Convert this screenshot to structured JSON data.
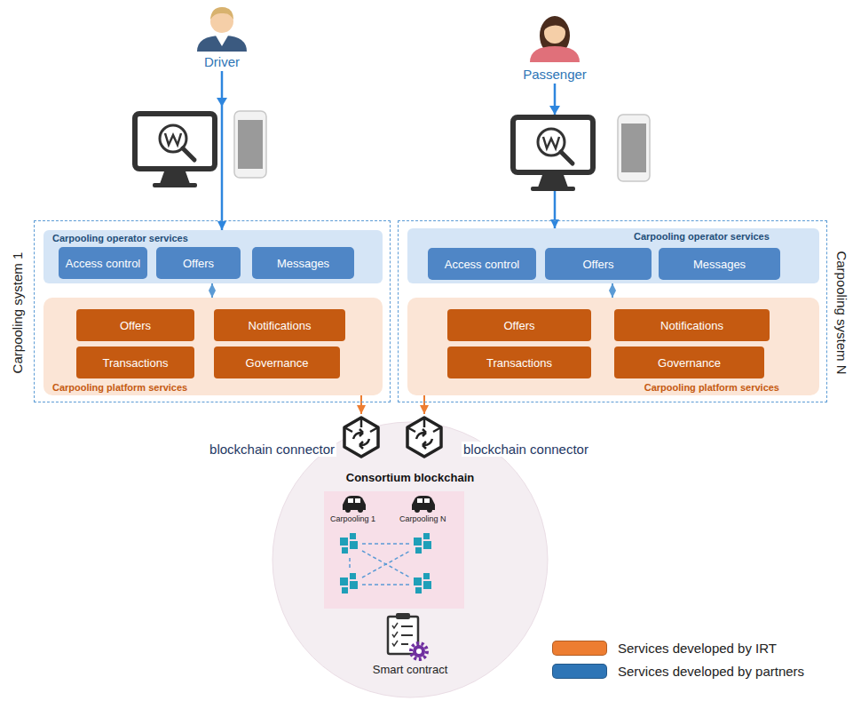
{
  "diagram": {
    "nodes": [
      {
        "text": [
          "Driver"
        ]
      },
      {
        "text": [
          "Passenger"
        ]
      },
      {
        "text": [
          "Carpooling system 1"
        ]
      },
      {
        "text": [
          "Carpooling operator services"
        ],
        "in": 2
      },
      {
        "text": [
          "Access control"
        ],
        "in": 3
      },
      {
        "text": [
          "Offers"
        ],
        "in": 3
      },
      {
        "text": [
          "Messages"
        ],
        "in": 3
      },
      {
        "text": [
          "Carpooling platform services"
        ],
        "in": 2
      },
      {
        "text": [
          "Offers"
        ],
        "in": 7
      },
      {
        "text": [
          "Notifications"
        ],
        "in": 7
      },
      {
        "text": [
          "Transactions"
        ],
        "in": 7
      },
      {
        "text": [
          "Governance"
        ],
        "in": 7
      },
      {
        "text": [
          "Carpooling system N"
        ]
      },
      {
        "text": [
          "Carpooling operator services"
        ],
        "in": 12
      },
      {
        "text": [
          "Access control"
        ],
        "in": 13
      },
      {
        "text": [
          "Offers"
        ],
        "in": 13
      },
      {
        "text": [
          "Messages"
        ],
        "in": 13
      },
      {
        "text": [
          "Carpooling platform services"
        ],
        "in": 12
      },
      {
        "text": [
          "Offers"
        ],
        "in": 17
      },
      {
        "text": [
          "Notifications"
        ],
        "in": 17
      },
      {
        "text": [
          "Transactions"
        ],
        "in": 17
      },
      {
        "text": [
          "Governance"
        ],
        "in": 17
      },
      {
        "text": [
          "blockchain connector"
        ]
      },
      {
        "text": [
          "blockchain connector"
        ]
      },
      {
        "text": [
          "Consortium blockchain"
        ]
      }
    ],
    "edges": [
      {
        "from": 0,
        "to": 3,
        "arrow": "to"
      },
      {
        "from": 1,
        "to": 13,
        "arrow": "to"
      },
      {
        "from": 3,
        "to": 7,
        "arrow": "both"
      },
      {
        "from": 13,
        "to": 17,
        "arrow": "both"
      },
      {
        "from": 7,
        "to": 22,
        "arrow": "to"
      },
      {
        "from": 17,
        "to": 23,
        "arrow": "to"
      }
    ],
    "labels": [
      "Carpooling 1",
      "Carpooling N",
      "Smart contract"
    ],
    "legend": [
      {
        "text": "Services developed by IRT",
        "color": "#ed7d31"
      },
      {
        "text": "Services developed by partners",
        "color": "#2e75b6"
      }
    ]
  }
}
